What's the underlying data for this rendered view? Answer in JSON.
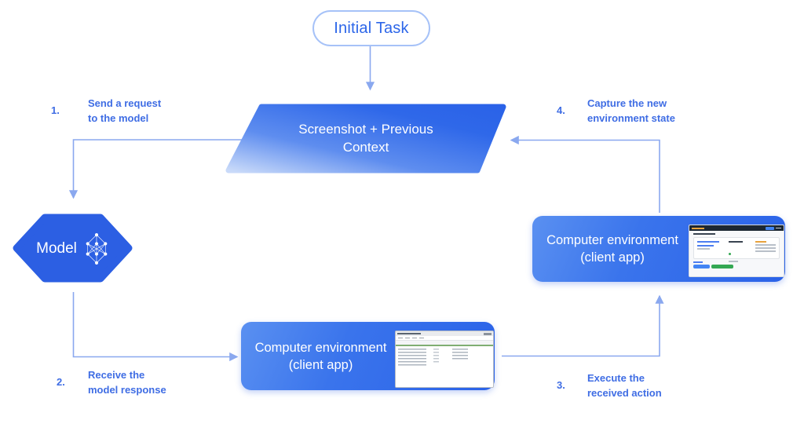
{
  "nodes": {
    "initial_task": {
      "label": "Initial Task"
    },
    "context": {
      "line1": "Screenshot + Previous",
      "line2": "Context"
    },
    "model": {
      "label": "Model"
    },
    "env_bottom": {
      "line1": "Computer environment",
      "line2": "(client app)"
    },
    "env_right": {
      "line1": "Computer environment",
      "line2": "(client app)"
    }
  },
  "steps": [
    {
      "num": "1.",
      "line1": "Send a request",
      "line2": "to the model"
    },
    {
      "num": "2.",
      "line1": "Receive the",
      "line2": "model response"
    },
    {
      "num": "3.",
      "line1": "Execute the",
      "line2": "received action"
    },
    {
      "num": "4.",
      "line1": "Capture the new",
      "line2": "environment state"
    }
  ],
  "colors": {
    "accent_blue": "#2a62e8",
    "node_gradient_light": "#5a90f1",
    "parallelogram_light": "#c9daf9",
    "hexagon_fill": "#2c5fe3",
    "label_text_blue": "#3f6de4",
    "pill_text_blue": "#2c66e9",
    "pill_border_blue": "#a6c2f8",
    "arrow_blue": "#8aa8ef",
    "thumb_green": "#34a853",
    "thumb_orange": "#e8a33d",
    "thumb_button_blue": "#4285f4"
  }
}
